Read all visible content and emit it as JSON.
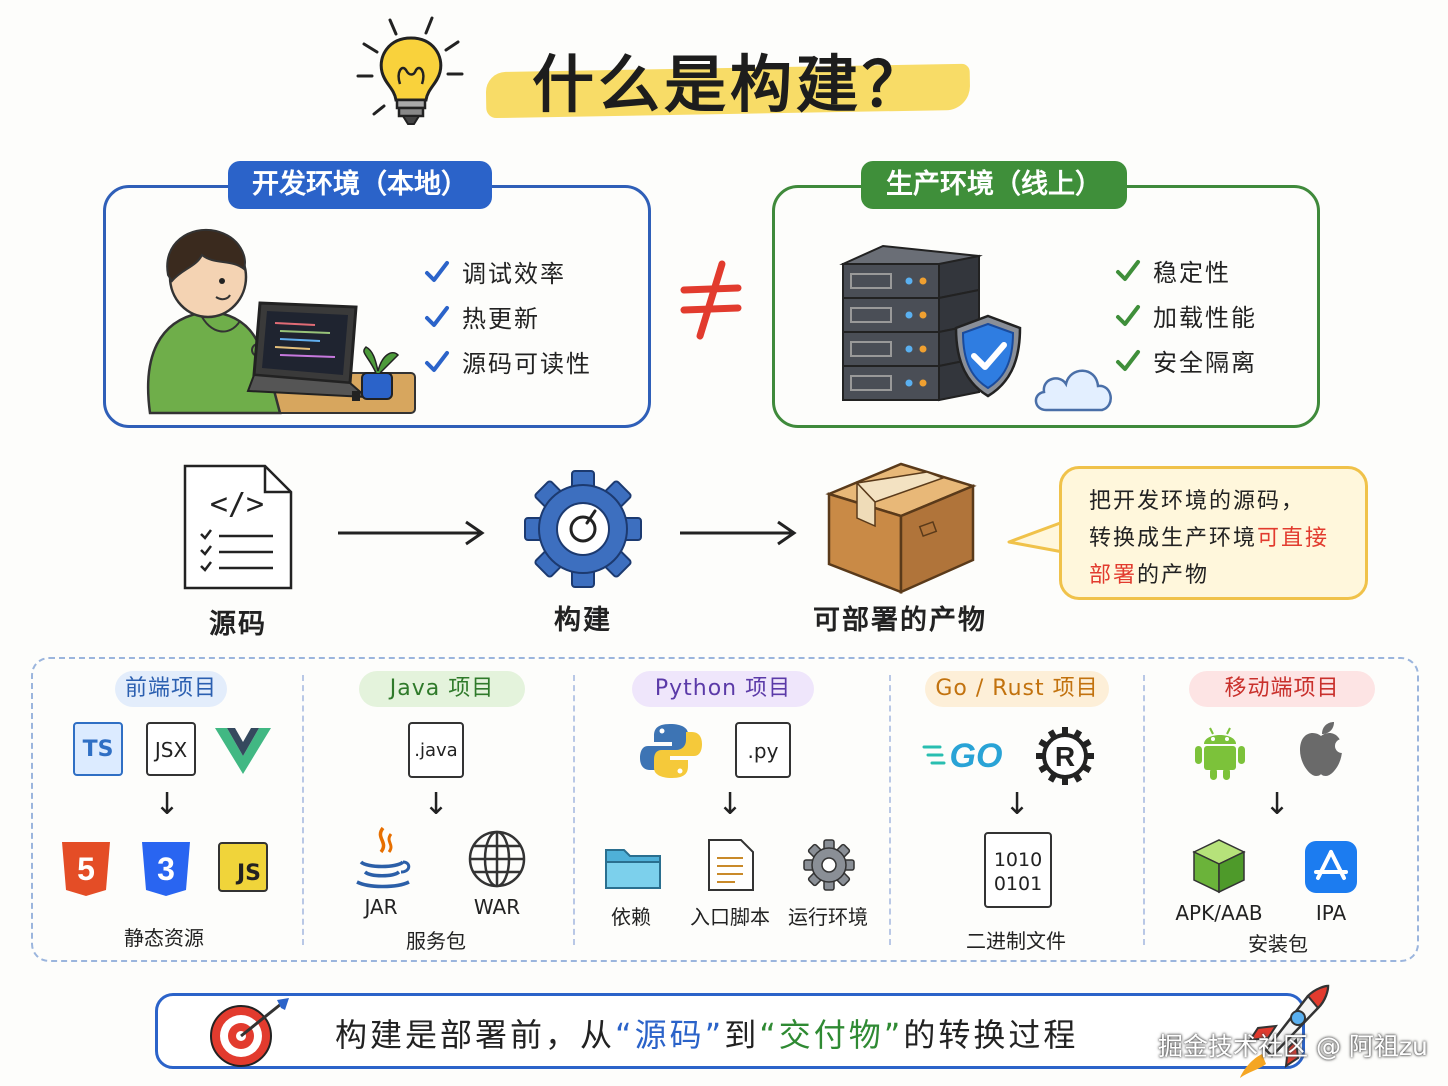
{
  "title": "什么是构建？",
  "dev_env": {
    "tag": "开发环境（本地）",
    "items": [
      "调试效率",
      "热更新",
      "源码可读性"
    ]
  },
  "prod_env": {
    "tag": "生产环境（线上）",
    "items": [
      "稳定性",
      "加载性能",
      "安全隔离"
    ]
  },
  "flow": {
    "source_label": "源码",
    "build_label": "构建",
    "artifact_label": "可部署的产物",
    "code_glyph": "</>",
    "bubble_line1": "把开发环境的源码，",
    "bubble_line2_a": "转换成生产环境",
    "bubble_line2_b": "可直接",
    "bubble_line3_a": "部署",
    "bubble_line3_b": "的产物"
  },
  "projects": [
    {
      "title": "前端项目",
      "inputs": [
        "TS",
        "JSX"
      ],
      "outputs": [
        "5",
        "3",
        "JS"
      ],
      "result": "静态资源"
    },
    {
      "title": "Java 项目",
      "inputs": [
        ".java"
      ],
      "outputs": [
        "JAR",
        "WAR"
      ],
      "result": "服务包"
    },
    {
      "title": "Python 项目",
      "inputs": [
        ".py"
      ],
      "outputs": [
        "依赖",
        "入口脚本",
        "运行环境"
      ],
      "result": ""
    },
    {
      "title": "Go / Rust 项目",
      "inputs": [
        "GO",
        "R"
      ],
      "outputs": [
        "1010",
        "0101"
      ],
      "result": "二进制文件"
    },
    {
      "title": "移动端项目",
      "inputs": [],
      "outputs": [
        "APK/AAB",
        "IPA"
      ],
      "result": "安装包"
    }
  ],
  "bottom": {
    "part1": "构建是部署前，从",
    "part2": "“源码”",
    "part3": "到",
    "part4": "“交付物”",
    "part5": "的转换过程"
  },
  "watermark": "掘金技术社区 @ 阿祖zu",
  "colors": {
    "dev_blue": "#2b63c9",
    "prod_green": "#3f8f3a",
    "neq_red": "#e23b2e",
    "title_highlight": "#f7d64c",
    "bubble_fill": "#fff7dc"
  },
  "icons": [
    "lightbulb-icon",
    "developer-illustration",
    "server-rack-icon",
    "shield-check-icon",
    "cloud-icon",
    "source-file-icon",
    "gear-icon",
    "package-box-icon",
    "vue-icon",
    "html5-icon",
    "css3-icon",
    "java-icon",
    "globe-icon",
    "python-icon",
    "folder-icon",
    "script-file-icon",
    "rust-icon",
    "android-icon",
    "apple-icon",
    "app-store-icon",
    "target-icon",
    "rocket-icon"
  ]
}
